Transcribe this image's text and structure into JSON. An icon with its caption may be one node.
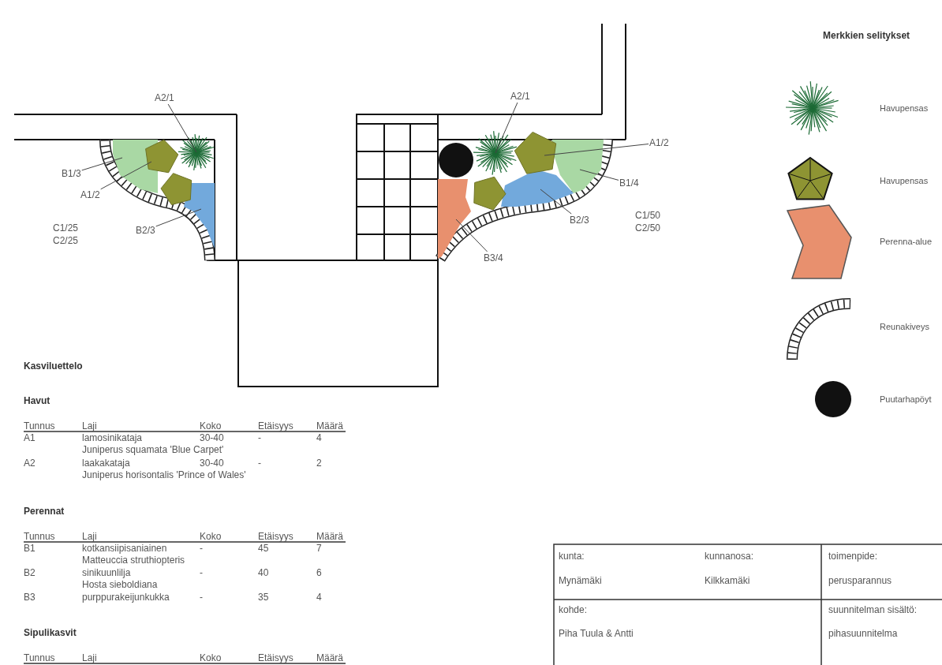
{
  "diagram": {
    "nodes": [
      {
        "text": [
          "A2/1"
        ]
      },
      {
        "text": [],
        "shape": "picture"
      },
      {
        "text": [
          "B1/3"
        ]
      },
      {
        "text": [],
        "shape": "area"
      },
      {
        "text": [
          "A1/2"
        ]
      },
      {
        "text": [],
        "shape": "pentagon"
      },
      {
        "text": [
          "B2/3"
        ]
      },
      {
        "text": [],
        "shape": "area"
      },
      {
        "text": [
          "A2/1"
        ]
      },
      {
        "text": [],
        "shape": "picture"
      },
      {
        "text": [
          "A1/2"
        ]
      },
      {
        "text": [],
        "shape": "pentagon"
      },
      {
        "text": [
          "B1/4"
        ]
      },
      {
        "text": [],
        "shape": "area"
      },
      {
        "text": [
          "B2/3"
        ]
      },
      {
        "text": [],
        "shape": "area"
      },
      {
        "text": [
          "B3/4"
        ]
      },
      {
        "text": [],
        "shape": "area"
      },
      {
        "text": [],
        "shape": "pentagon"
      },
      {
        "text": [],
        "shape": "circle"
      },
      {
        "text": [],
        "shape": "pentagon"
      }
    ],
    "edges": [
      {
        "from": 0,
        "to": 1,
        "arrow": "none"
      },
      {
        "from": 2,
        "to": 3,
        "arrow": "none"
      },
      {
        "from": 4,
        "to": 5,
        "arrow": "none"
      },
      {
        "from": 6,
        "to": 7,
        "arrow": "none"
      },
      {
        "from": 8,
        "to": 9,
        "arrow": "none"
      },
      {
        "from": 10,
        "to": 11,
        "arrow": "none"
      },
      {
        "from": 12,
        "to": 13,
        "arrow": "none"
      },
      {
        "from": 14,
        "to": 15,
        "arrow": "none"
      },
      {
        "from": 16,
        "to": 17,
        "arrow": "none"
      }
    ],
    "labels": [
      "C1/25",
      "C2/25",
      "C1/50",
      "C2/50",
      "Merkkien selitykset",
      "Kasviluettelo",
      "Havut",
      "Tunnus",
      "Laji",
      "Koko",
      "Etäisyys",
      "Määrä",
      "A1",
      "lamosinikataja",
      "30-40",
      "-",
      "4",
      "Juniperus squamata 'Blue Carpet'",
      "A2",
      "laakakataja",
      "30-40",
      "-",
      "2",
      "Juniperus horisontalis 'Prince of Wales'",
      "Perennat",
      "Tunnus",
      "Laji",
      "Koko",
      "Etäisyys",
      "Määrä",
      "B1",
      "kotkansiipisaniainen",
      "-",
      "45",
      "7",
      "Matteuccia struthiopteris",
      "B2",
      "sinikuunlilja",
      "-",
      "40",
      "6",
      "Hosta sieboldiana",
      "B3",
      "purppurakeijunkukka",
      "-",
      "35",
      "4",
      "Sipulikasvit",
      "Tunnus",
      "Laji",
      "Koko",
      "Etäisyys",
      "Määrä",
      "kunta:",
      "kunnanosa:",
      "toimenpide:",
      "Mynämäki",
      "Kilkkamäki",
      "perusparannus",
      "kohde:",
      "suunnitelman sisältö:",
      "Piha Tuula & Antti",
      "pihasuunnitelma"
    ],
    "legend": [
      {
        "text": "Havupensas"
      },
      {
        "text": "Havupensas"
      },
      {
        "text": "Perenna-alue"
      },
      {
        "text": "Reunakiveys"
      },
      {
        "text": "Puutarhapöyt"
      }
    ]
  }
}
